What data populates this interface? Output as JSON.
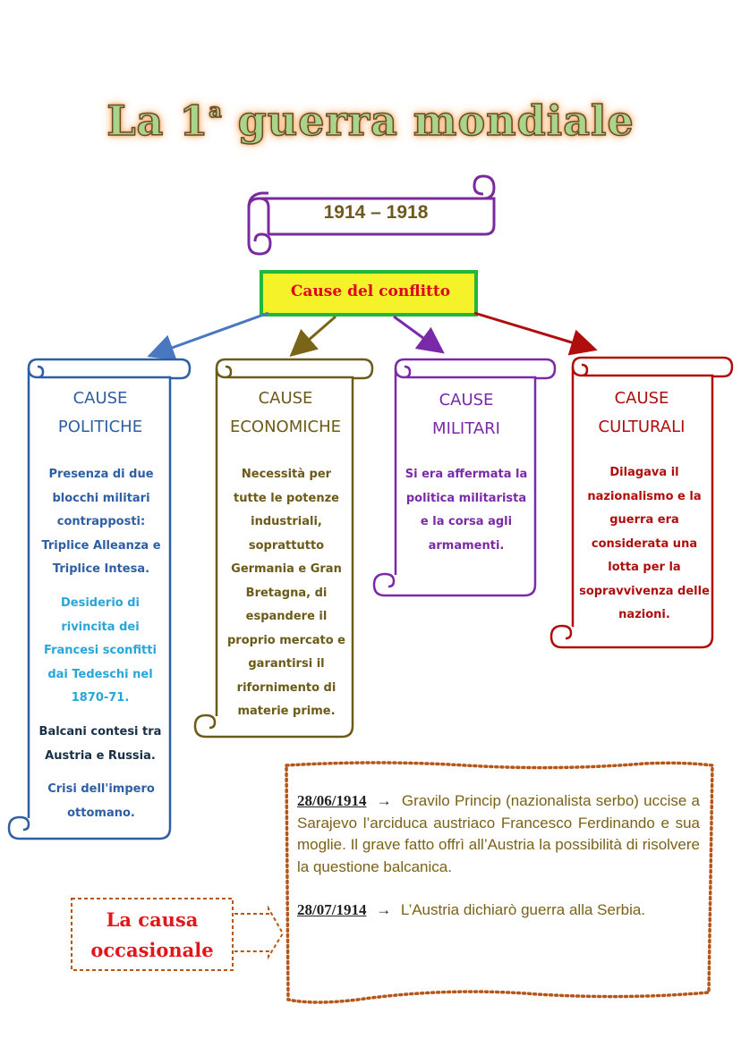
{
  "title": {
    "main_pre": "La 1",
    "sup": "a",
    "main_post": " guerra mondiale"
  },
  "years": "1914 – 1918",
  "causes_label": "Cause del conflitto",
  "columns": {
    "politiche": {
      "head1": "CAUSE",
      "head2": "POLITICHE",
      "p1": "Presenza di due blocchi militari contrapposti: Triplice Alleanza e Triplice Intesa.",
      "p2": "Desiderio di rivincita dei Francesi sconfitti dai Tedeschi nel 1870-71.",
      "p3": "Balcani contesi tra Austria e Russia.",
      "p4": "Crisi dell'impero ottomano."
    },
    "economiche": {
      "head1": "CAUSE",
      "head2": "ECONOMICHE",
      "p1": "Necessità per tutte le potenze industriali, soprattutto Germania e Gran Bretagna, di espandere il proprio mercato e garantirsi il rifornimento di materie prime."
    },
    "militari": {
      "head1": "CAUSE",
      "head2": "MILITARI",
      "p1": "Si era affermata la politica militarista e la corsa agli armamenti."
    },
    "culturali": {
      "head1": "CAUSE",
      "head2": "CULTURALI",
      "p1": "Dilagava il nazionalismo e la guerra era considerata una lotta per la sopravvivenza delle nazioni."
    }
  },
  "occasionale": {
    "line1": "La causa",
    "line2": "occasionale"
  },
  "events": [
    {
      "date": "28/06/1914",
      "arrow": "→",
      "text": "Gravilo Princip (nazionalista serbo) uccise a Sarajevo l’arciduca austriaco Francesco Ferdinando e sua moglie. Il grave fatto offrì all’Austria la possibilità di risolvere la questione balcanica."
    },
    {
      "date": "28/07/1914",
      "arrow": "→",
      "text": "L’Austria dichiarò guerra alla Serbia."
    }
  ],
  "colors": {
    "years_scroll": "#7a2a9e",
    "causes_fill": "#f6f22a",
    "causes_border": "#1fb83a",
    "politiche": "#2e5ea3",
    "economiche": "#6b5a18",
    "militari": "#7a2aa8",
    "culturali": "#b00d0d",
    "occasionale_border": "#b5561a",
    "events_border": "#b5561a"
  }
}
